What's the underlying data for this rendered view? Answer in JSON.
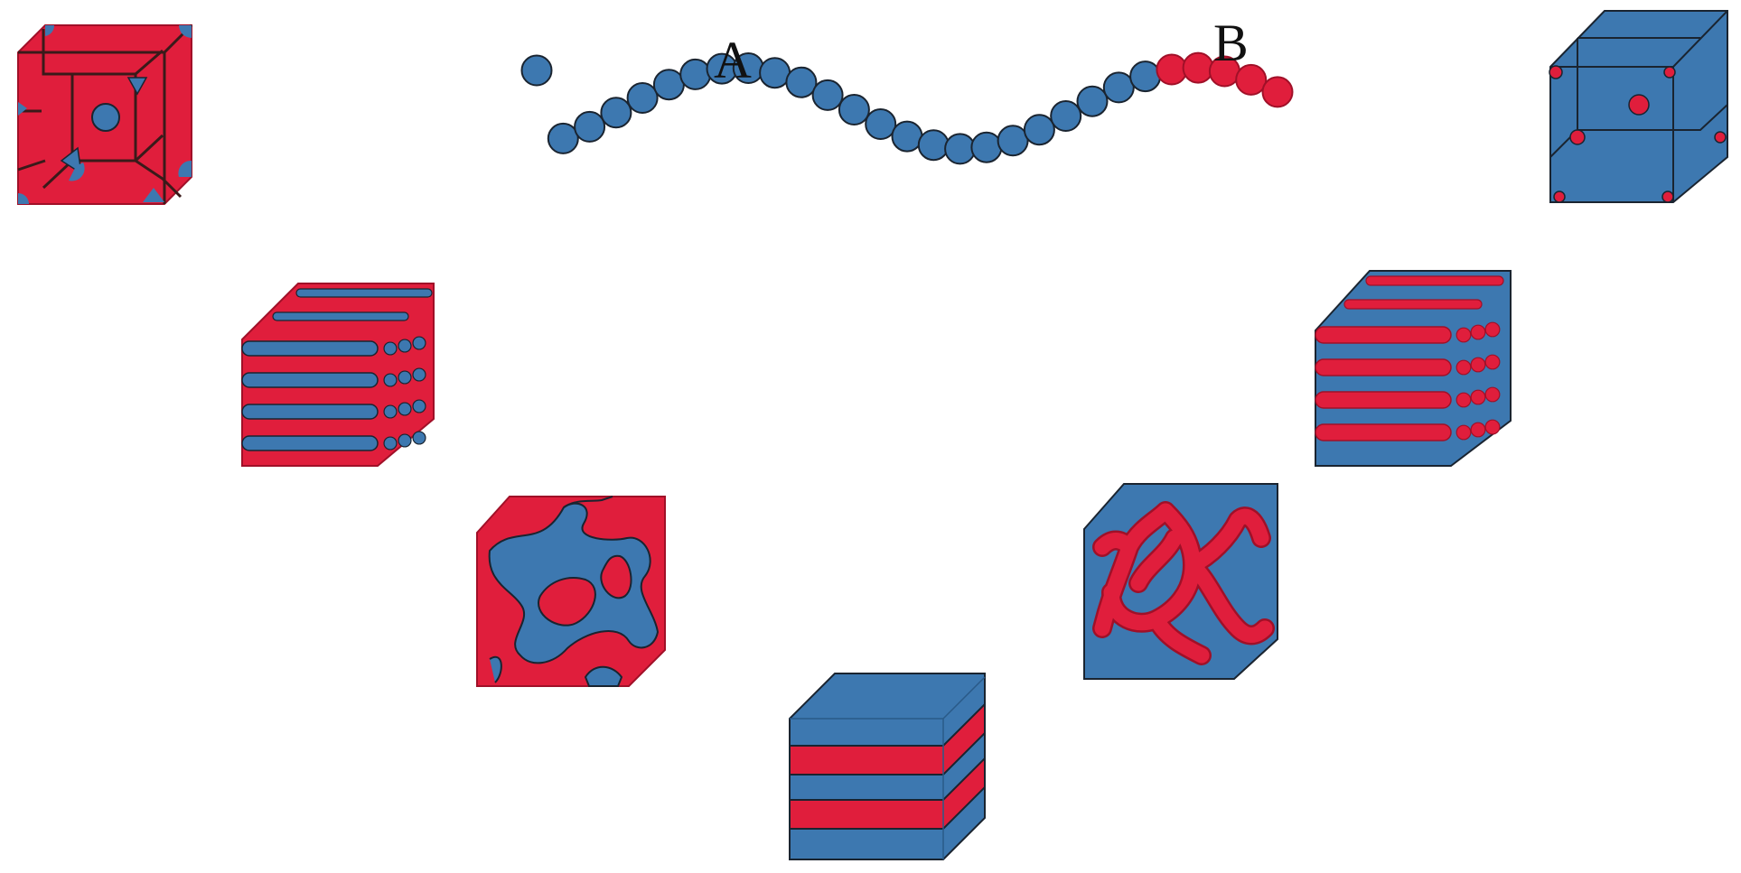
{
  "colors": {
    "block_a": "#3d78b0",
    "block_b": "#e01e3c",
    "outline": "#1a2430",
    "background": "#ffffff"
  },
  "chain": {
    "label_a": "A",
    "label_b": "B",
    "beads_a": 24,
    "beads_b": 5
  },
  "morphologies": [
    {
      "name": "spheres-a-in-b",
      "matrix": "block_b",
      "domain": "block_a"
    },
    {
      "name": "cylinders-a-in-b",
      "matrix": "block_b",
      "domain": "block_a"
    },
    {
      "name": "gyroid-a-in-b",
      "matrix": "block_b",
      "domain": "block_a"
    },
    {
      "name": "lamellae",
      "matrix": "block_a",
      "domain": "block_b"
    },
    {
      "name": "gyroid-b-in-a",
      "matrix": "block_a",
      "domain": "block_b"
    },
    {
      "name": "cylinders-b-in-a",
      "matrix": "block_a",
      "domain": "block_b"
    },
    {
      "name": "spheres-b-in-a",
      "matrix": "block_a",
      "domain": "block_b"
    }
  ]
}
